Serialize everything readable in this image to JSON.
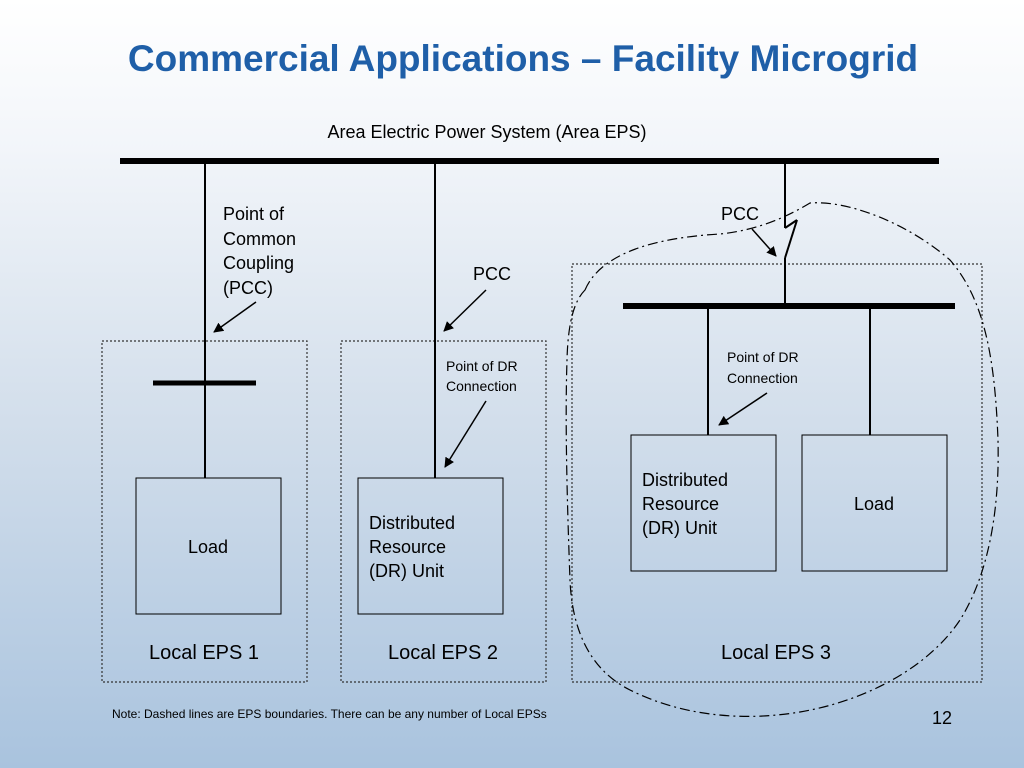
{
  "slide": {
    "title": "Commercial Applications – Facility Microgrid",
    "note": "Note: Dashed lines are EPS boundaries. There can be any number of Local EPSs",
    "page_number": "12"
  },
  "diagram": {
    "area_eps_label": "Area Electric Power System (Area EPS)",
    "local_eps_1": {
      "pcc_label": [
        "Point of",
        "Common",
        "Coupling",
        "(PCC)"
      ],
      "load_label": "Load",
      "eps_label": "Local EPS 1"
    },
    "local_eps_2": {
      "pcc_label": "PCC",
      "dr_connection_label": [
        "Point of DR",
        "Connection"
      ],
      "dr_unit_label": [
        "Distributed",
        "Resource",
        "(DR) Unit"
      ],
      "eps_label": "Local EPS 2"
    },
    "local_eps_3": {
      "pcc_label": "PCC",
      "dr_connection_label": [
        "Point of DR",
        "Connection"
      ],
      "dr_unit_label": [
        "Distributed",
        "Resource",
        "(DR) Unit"
      ],
      "load_label": "Load",
      "eps_label": "Local EPS 3"
    }
  }
}
